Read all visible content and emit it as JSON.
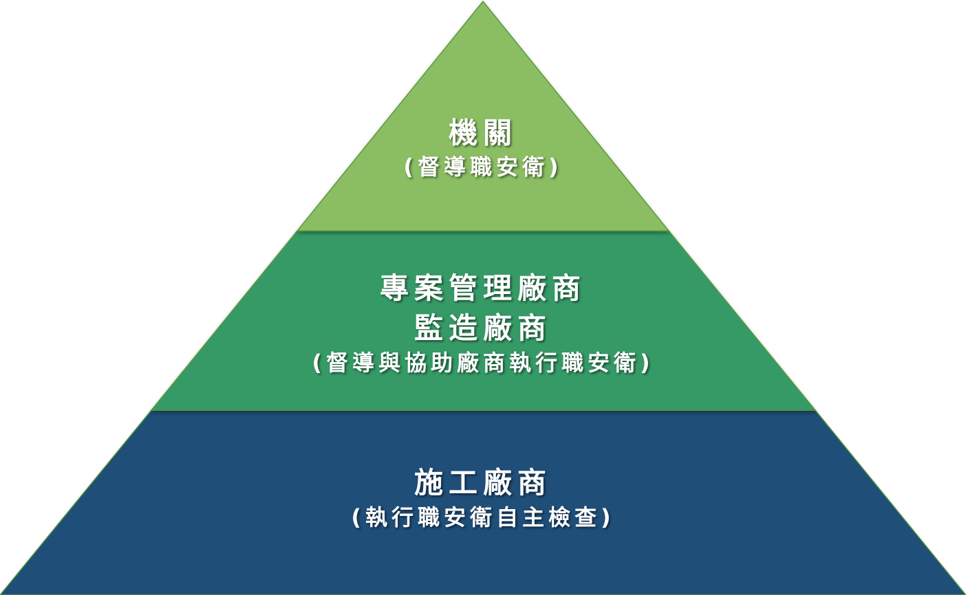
{
  "tiers": [
    {
      "title_lines": [
        "機關"
      ],
      "subtitle": "(督導職安衛)",
      "color": "#8BBE62"
    },
    {
      "title_lines": [
        "專案管理廠商",
        "監造廠商"
      ],
      "subtitle": "(督導與協助廠商執行職安衛)",
      "color": "#349A66"
    },
    {
      "title_lines": [
        "施工廠商"
      ],
      "subtitle": "(執行職安衛自主檢查)",
      "color": "#1F4E79"
    }
  ],
  "outline_color": "#5A9A3A"
}
